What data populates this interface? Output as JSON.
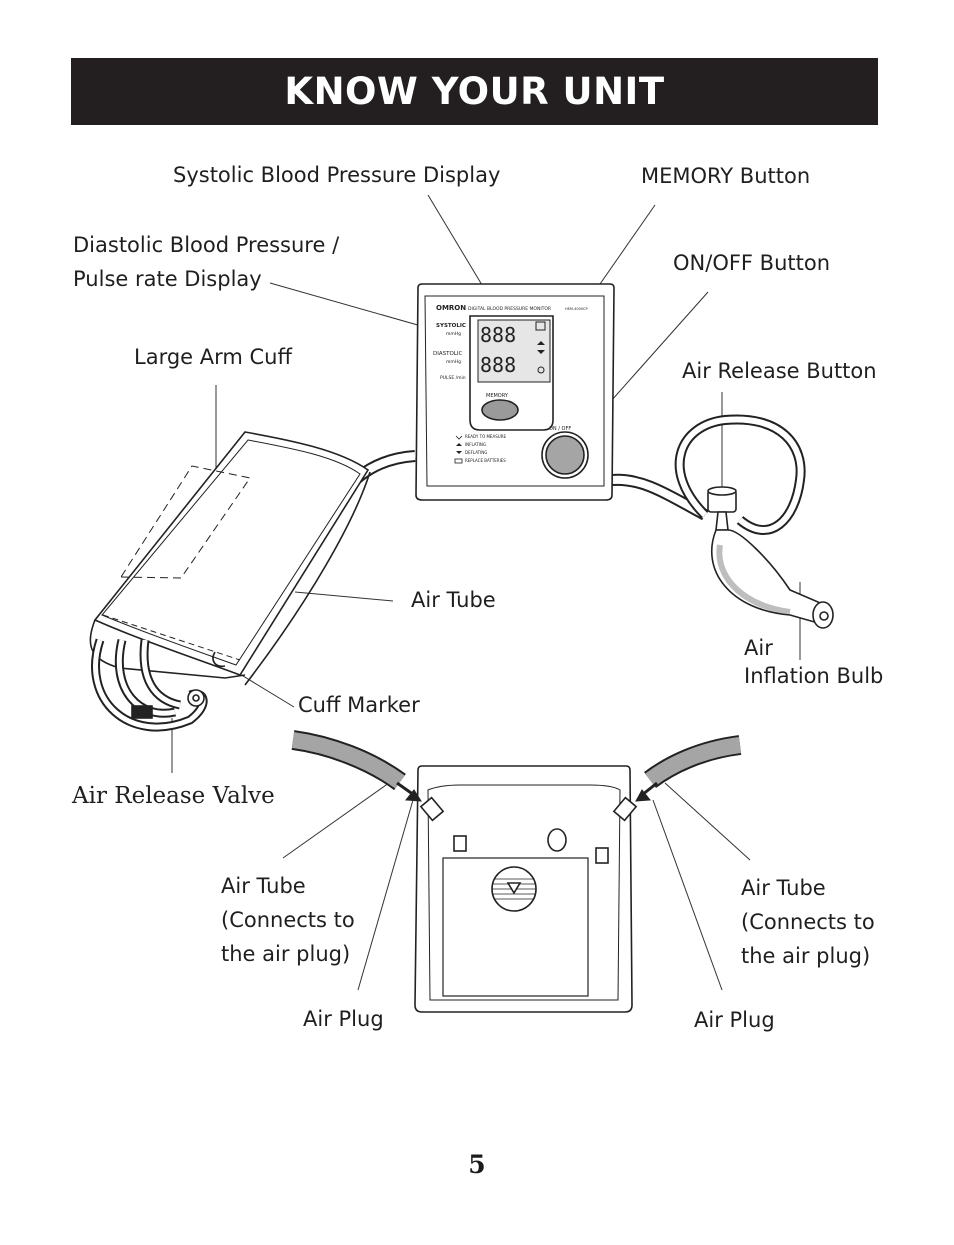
{
  "header": {
    "title": "KNOW YOUR UNIT"
  },
  "labels": {
    "systolic_display": "Systolic Blood Pressure Display",
    "memory_button": "MEMORY Button",
    "diastolic_line1": "Diastolic Blood Pressure /",
    "diastolic_line2": "Pulse rate Display",
    "on_off_button": "ON/OFF Button",
    "large_arm_cuff": "Large Arm Cuff",
    "air_release_button": "Air Release Button",
    "air_tube": "Air Tube",
    "air_inflation_bulb_line1": "Air",
    "air_inflation_bulb_line2": "Inflation Bulb",
    "cuff_marker": "Cuff Marker",
    "air_release_valve": "Air Release Valve",
    "air_tube_left_line1": "Air Tube",
    "air_tube_left_line2": "(Connects to",
    "air_tube_left_line3": "the air plug)",
    "air_tube_right_line1": "Air Tube",
    "air_tube_right_line2": "(Connects to",
    "air_tube_right_line3": "the air plug)",
    "air_plug_left": "Air Plug",
    "air_plug_right": "Air Plug"
  },
  "device": {
    "brand": "OMRON",
    "model_title": "DIGITAL BLOOD PRESSURE MONITOR",
    "model_code": "HEM-4000CP",
    "systolic_label": "SYSTOLIC",
    "diastolic_label": "DIASTOLIC",
    "unit": "mmHg",
    "pulse_label": "PULSE /min",
    "digits": "888",
    "memory_label": "MEMORY",
    "on_off_label": "ON / OFF",
    "legend": [
      "READY TO MEASURE",
      "INFLATING",
      "DEFLATING",
      "REPLACE BATTERIES"
    ]
  },
  "footer": {
    "page_number": "5"
  }
}
